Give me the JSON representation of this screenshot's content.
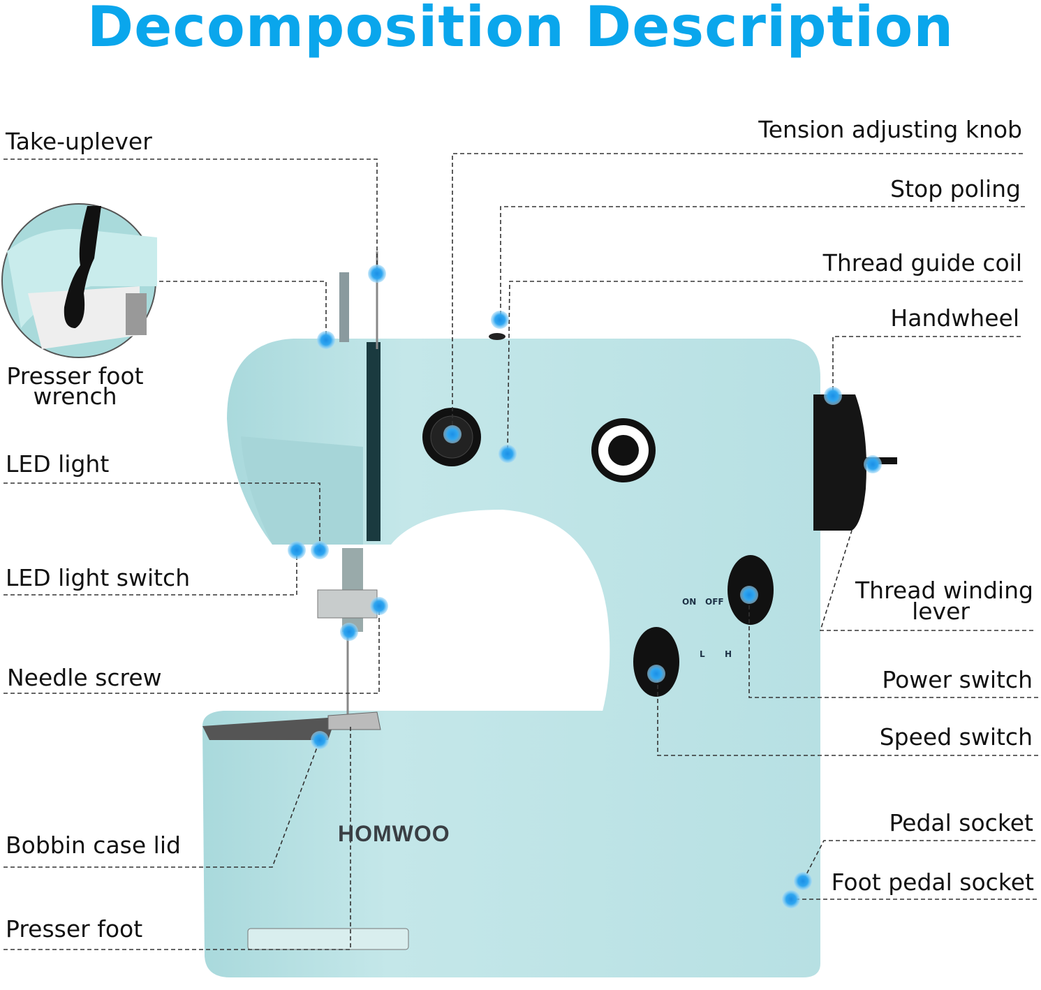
{
  "title": "Decomposition Description",
  "brand": "HOMWOO",
  "switch_marks": {
    "on": "ON",
    "off": "OFF",
    "low": "L",
    "high": "H"
  },
  "labels": {
    "take_up_lever": "Take-uplever",
    "presser_foot_wrench_1": "Presser foot",
    "presser_foot_wrench_2": "wrench",
    "led_light": "LED light",
    "led_light_switch": "LED light switch",
    "needle_screw": "Needle screw",
    "bobbin_case_lid": "Bobbin case lid",
    "presser_foot": "Presser foot",
    "tension_adjusting_knob": "Tension adjusting knob",
    "stop_poling": "Stop poling",
    "thread_guide_coil": "Thread guide coil",
    "handwheel": "Handwheel",
    "thread_winding_lever_1": "Thread winding",
    "thread_winding_lever_2": "lever",
    "power_switch": "Power switch",
    "speed_switch": "Speed switch",
    "pedal_socket": "Pedal socket",
    "foot_pedal_socket": "Foot pedal socket"
  },
  "colors": {
    "accent": "#0aa6ec",
    "body": "#bfe4e6",
    "dot": "#1e9be8"
  }
}
